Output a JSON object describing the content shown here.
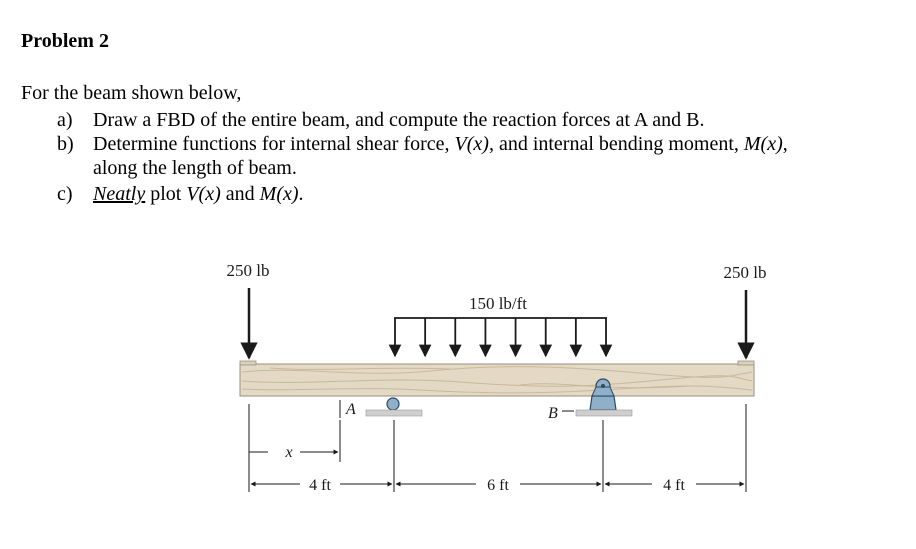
{
  "problem": {
    "title": "Problem 2",
    "intro": "For the beam shown below,",
    "items": [
      {
        "label": "a)",
        "text": "Draw a FBD of the entire beam, and compute the reaction forces at A and B."
      },
      {
        "label": "b)",
        "pre": "Determine functions for internal shear force, ",
        "v": "V(x)",
        "mid": ", and internal bending moment, ",
        "m": "M(x)",
        "post": ",",
        "line2": "along the length of beam."
      },
      {
        "label": "c)",
        "neatly": "Neatly",
        "pre": " plot ",
        "v": "V(x)",
        "mid": " and ",
        "m": "M(x)",
        "post": "."
      }
    ]
  },
  "figure": {
    "left_load": "250 lb",
    "right_load": "250 lb",
    "distributed_load": "150 lb/ft",
    "support_a": "A",
    "support_b": "B",
    "x_label": "x",
    "dim_1": "4 ft",
    "dim_2": "6 ft",
    "dim_3": "4 ft",
    "colors": {
      "beam": "#e3d9c5",
      "beam_grain": "#c9b99c",
      "support": "#8fb0c8",
      "ground": "#cfcfcf"
    }
  }
}
